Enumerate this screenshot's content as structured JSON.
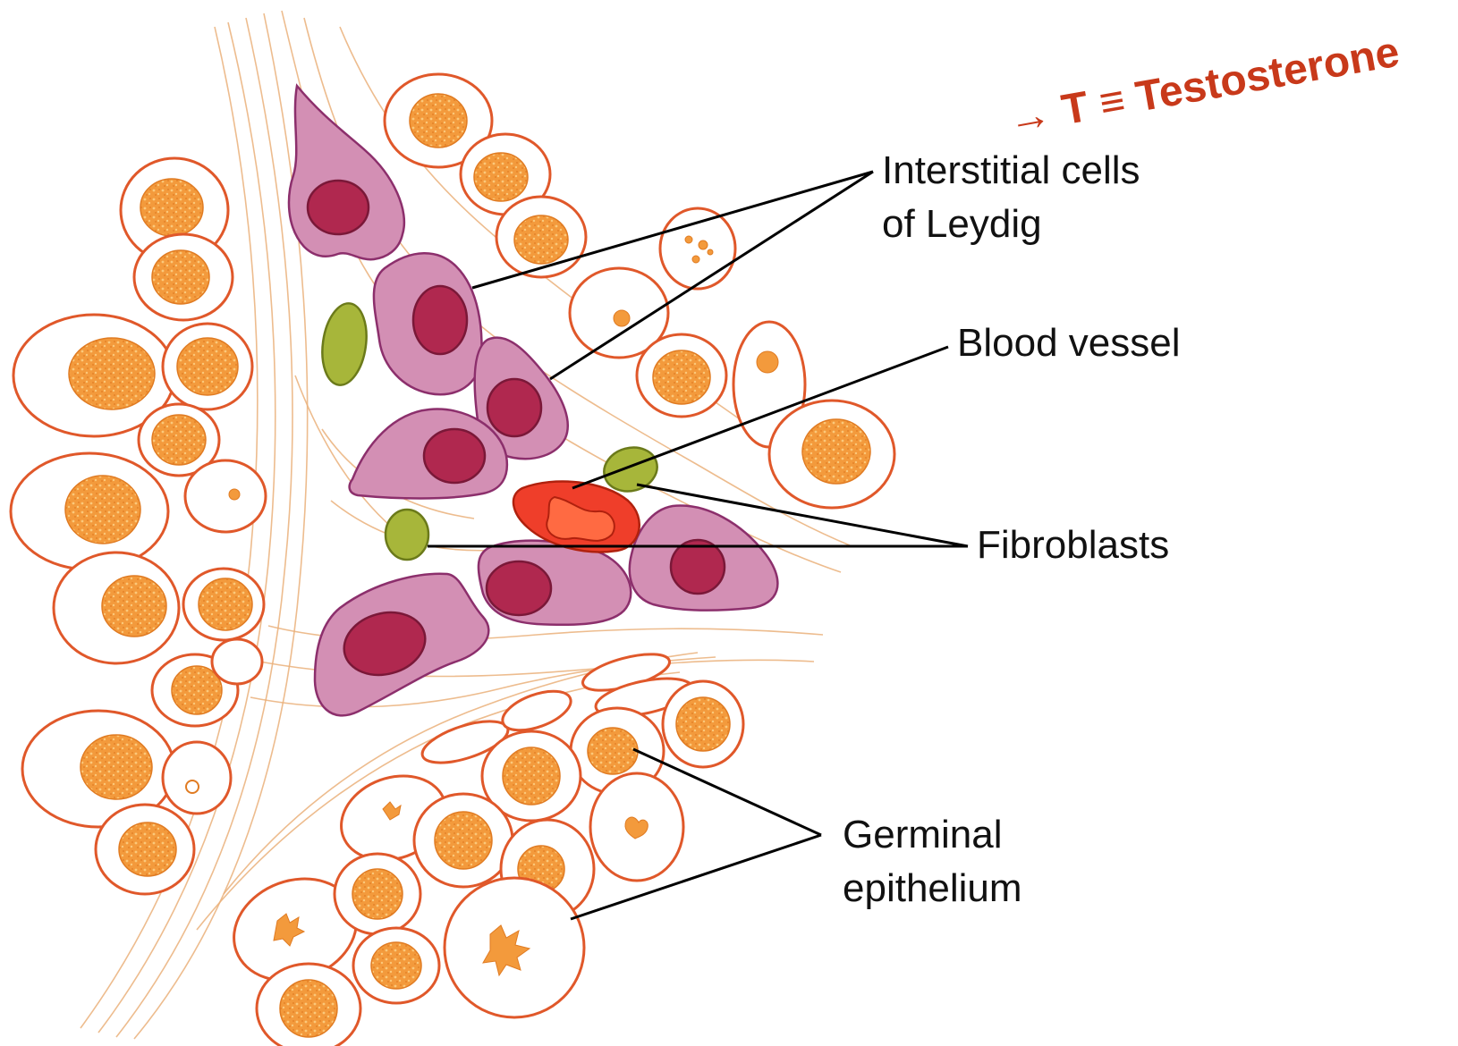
{
  "labels": {
    "leydig_line1": "Interstitial cells",
    "leydig_line2": "of Leydig",
    "blood_vessel": "Blood vessel",
    "fibroblasts": "Fibroblasts",
    "germinal_line1": "Germinal",
    "germinal_line2": "epithelium"
  },
  "annotation": {
    "text": "→ T ≡ Testosterone",
    "color": "#c8391a"
  },
  "colors": {
    "germ_outline": "#e0582a",
    "germ_nucleus": "#f39a3c",
    "leydig_fill": "#d38fb4",
    "leydig_outline": "#8c2f6c",
    "leydig_nucleus": "#b0284f",
    "fibroblast": "#a7b63a",
    "blood_vessel": "#ef3e2a",
    "connective_fiber": "#eab07a"
  }
}
